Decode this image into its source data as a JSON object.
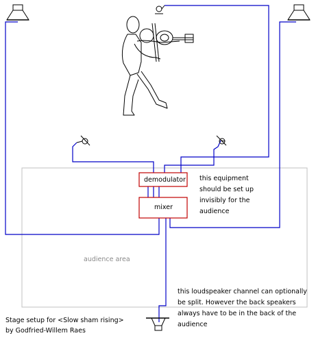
{
  "boxes": {
    "demodulator": "demodulator",
    "mixer": "mixer"
  },
  "notes": {
    "equipment": [
      "this equipment",
      "should be set up",
      "invisibly for the",
      "audience"
    ],
    "audience_area": "audience area",
    "loudspeaker": [
      "this loudspeaker channel can optionally",
      "be split. However the back speakers",
      "always have to be in the back of the",
      "audience"
    ]
  },
  "caption": [
    "Stage setup for <Slow sham rising>",
    "by Godfried-Willem Raes"
  ],
  "colors": {
    "wire": "#0000c8",
    "box": "#c00000",
    "area": "#c0c0c0",
    "ink": "#000000"
  }
}
